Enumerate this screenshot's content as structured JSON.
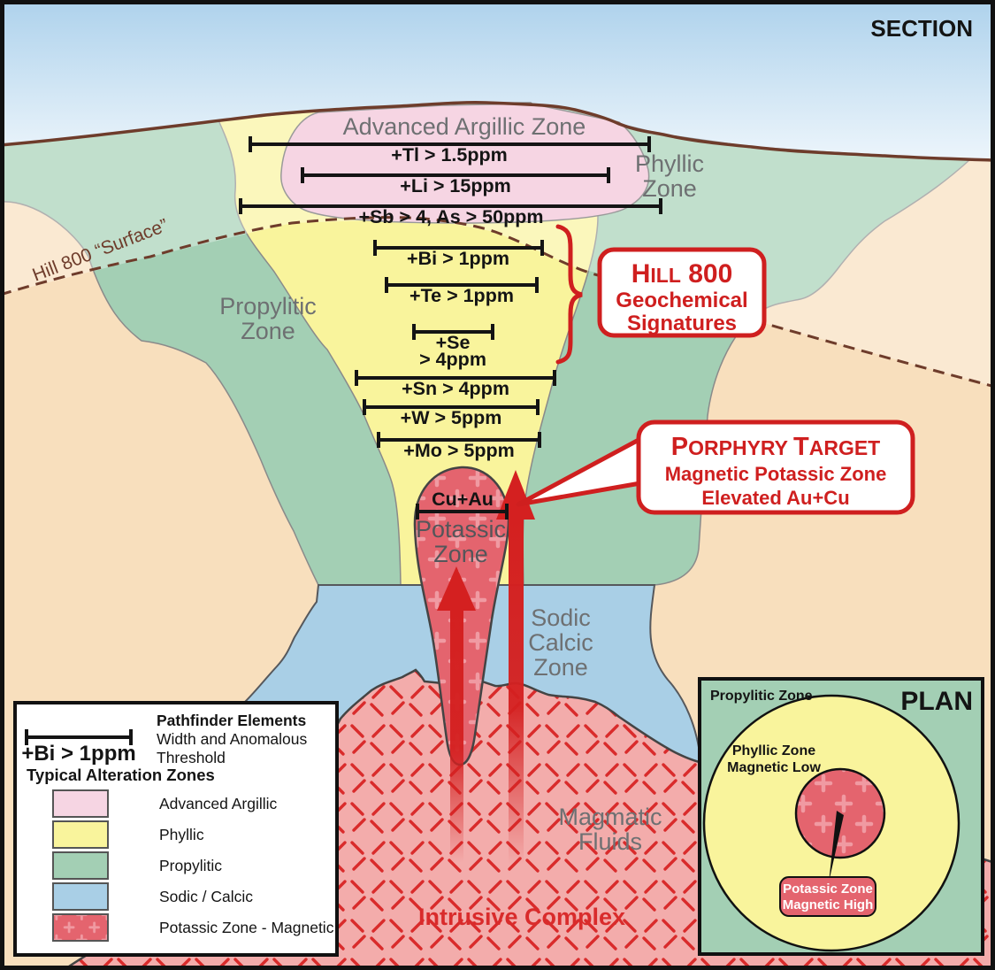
{
  "frame": {
    "section_label": "SECTION"
  },
  "surface": {
    "label": "Hill 800 “Surface”"
  },
  "bars": [
    {
      "label": "+Tl > 1.5ppm"
    },
    {
      "label": "+Li > 15ppm"
    },
    {
      "label": "+Sb > 4, As > 50ppm"
    },
    {
      "label": "+Bi > 1ppm"
    },
    {
      "label": "+Te > 1ppm"
    },
    {
      "label": "+Se",
      "label2": "> 4ppm"
    },
    {
      "label": "+Sn > 4ppm"
    },
    {
      "label": "+W > 5ppm"
    },
    {
      "label": "+Mo > 5ppm"
    },
    {
      "label": "Cu+Au"
    }
  ],
  "zone_labels": {
    "advanced_argillic": "Advanced Argillic Zone",
    "phyllic": [
      "Phyllic",
      "Zone"
    ],
    "propylitic": [
      "Propylitic",
      "Zone"
    ],
    "potassic": [
      "Potassic",
      "Zone"
    ],
    "sodic_calcic": [
      "Sodic",
      "Calcic",
      "Zone"
    ],
    "magmatic_fluids": [
      "Magmatic",
      "Fluids"
    ],
    "intrusive_complex": "Intrusive Complex"
  },
  "callouts": {
    "hill800": {
      "part_cap": "H",
      "part_small": "ILL",
      "part_rest": " 800",
      "line2": "Geochemical",
      "line3": "Signatures"
    },
    "porphyry": {
      "part_cap1": "P",
      "part_small1": "ORPHYRY ",
      "part_cap2": "T",
      "part_small2": "ARGET",
      "line2": "Magnetic Potassic Zone",
      "line3": "Elevated Au+Cu"
    }
  },
  "legend": {
    "sample_label": "+Bi > 1ppm",
    "title_line1": "Pathfinder Elements",
    "title_line2": "Width and Anomalous",
    "title_line3": "Threshold",
    "zones_title": "Typical Alteration Zones",
    "items": [
      {
        "label": "Advanced Argillic"
      },
      {
        "label": "Phyllic"
      },
      {
        "label": "Propylitic"
      },
      {
        "label": "Sodic / Calcic"
      },
      {
        "label": "Potassic Zone - Magnetic"
      }
    ]
  },
  "plan": {
    "title": "PLAN",
    "propylitic_label": "Propylitic Zone",
    "phyllic_label": [
      "Phyllic Zone",
      "Magnetic Low"
    ],
    "potassic_label": [
      "Potassic Zone",
      "Magnetic High"
    ]
  },
  "colors": {
    "sky_top": "#aed2ec",
    "sky_bottom": "#f7fbfe",
    "tan": "#f8dfbd",
    "propylitic_green": "#a3cfb4",
    "phyllic_yellow": "#f9f49c",
    "argillic_pink": "#f6d5e3",
    "sodic_blue": "#a9cfe6",
    "potassic_red": "#e4646e",
    "potassic_cross": "#f09aa2",
    "intrusive_pink": "#f3acab",
    "hatch_red": "#d92b2b",
    "accent_red": "#cf1f1f",
    "surface_brown": "#6e3c2b",
    "label_gray": "#6e7072"
  }
}
